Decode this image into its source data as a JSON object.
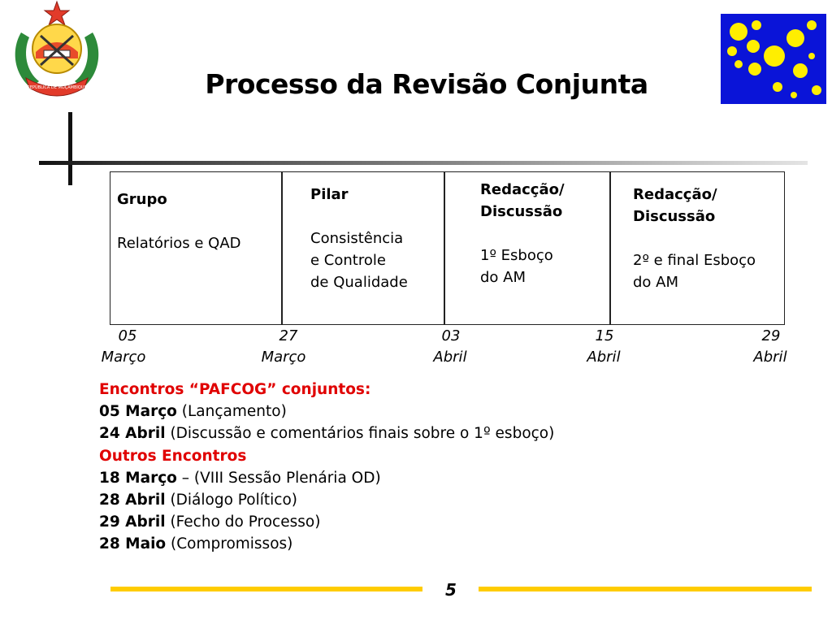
{
  "title": "Processo da Revisão Conjunta",
  "emblem_text": "REPÚBLICA DE MOÇAMBIQUE",
  "phases": [
    {
      "heading": "Grupo",
      "lines": [
        "Relatórios e QAD"
      ]
    },
    {
      "heading": "Pilar",
      "lines": [
        "Consistência",
        "e Controle",
        "de Qualidade"
      ]
    },
    {
      "heading": "Redacção/ Discussão",
      "lines": [
        "1º Esboço",
        "do AM"
      ]
    },
    {
      "heading": "Redacção/ Discussão",
      "lines": [
        "2º e final Esboço",
        "do AM"
      ]
    }
  ],
  "dates": [
    {
      "day": "05",
      "month": "Março"
    },
    {
      "day": "27",
      "month": "Março"
    },
    {
      "day": "03",
      "month": "Abril"
    },
    {
      "day": "15",
      "month": "Abril"
    },
    {
      "day": "29",
      "month": "Abril"
    }
  ],
  "meetings": {
    "joint_heading": "Encontros “PAFCOG” conjuntos:",
    "joint": [
      {
        "date": "05 Março",
        "desc": " (Lançamento)"
      },
      {
        "date": "24 Abril",
        "desc": " (Discussão e comentários finais sobre o 1º esboço)"
      }
    ],
    "other_heading": "Outros Encontros",
    "other": [
      {
        "date": "18 Março",
        "desc": " – (VIII Sessão Plenária OD)"
      },
      {
        "date": "28 Abril",
        "desc": " (Diálogo Político)"
      },
      {
        "date": "29 Abril",
        "desc": " (Fecho do Processo)"
      },
      {
        "date": "28 Maio",
        "desc": " (Compromissos)"
      }
    ]
  },
  "page_number": "5",
  "colors": {
    "accent_red": "#e00000",
    "footer_yellow": "#ffcc00",
    "logo_blue": "#0a14d8",
    "logo_yellow": "#ffee00"
  }
}
